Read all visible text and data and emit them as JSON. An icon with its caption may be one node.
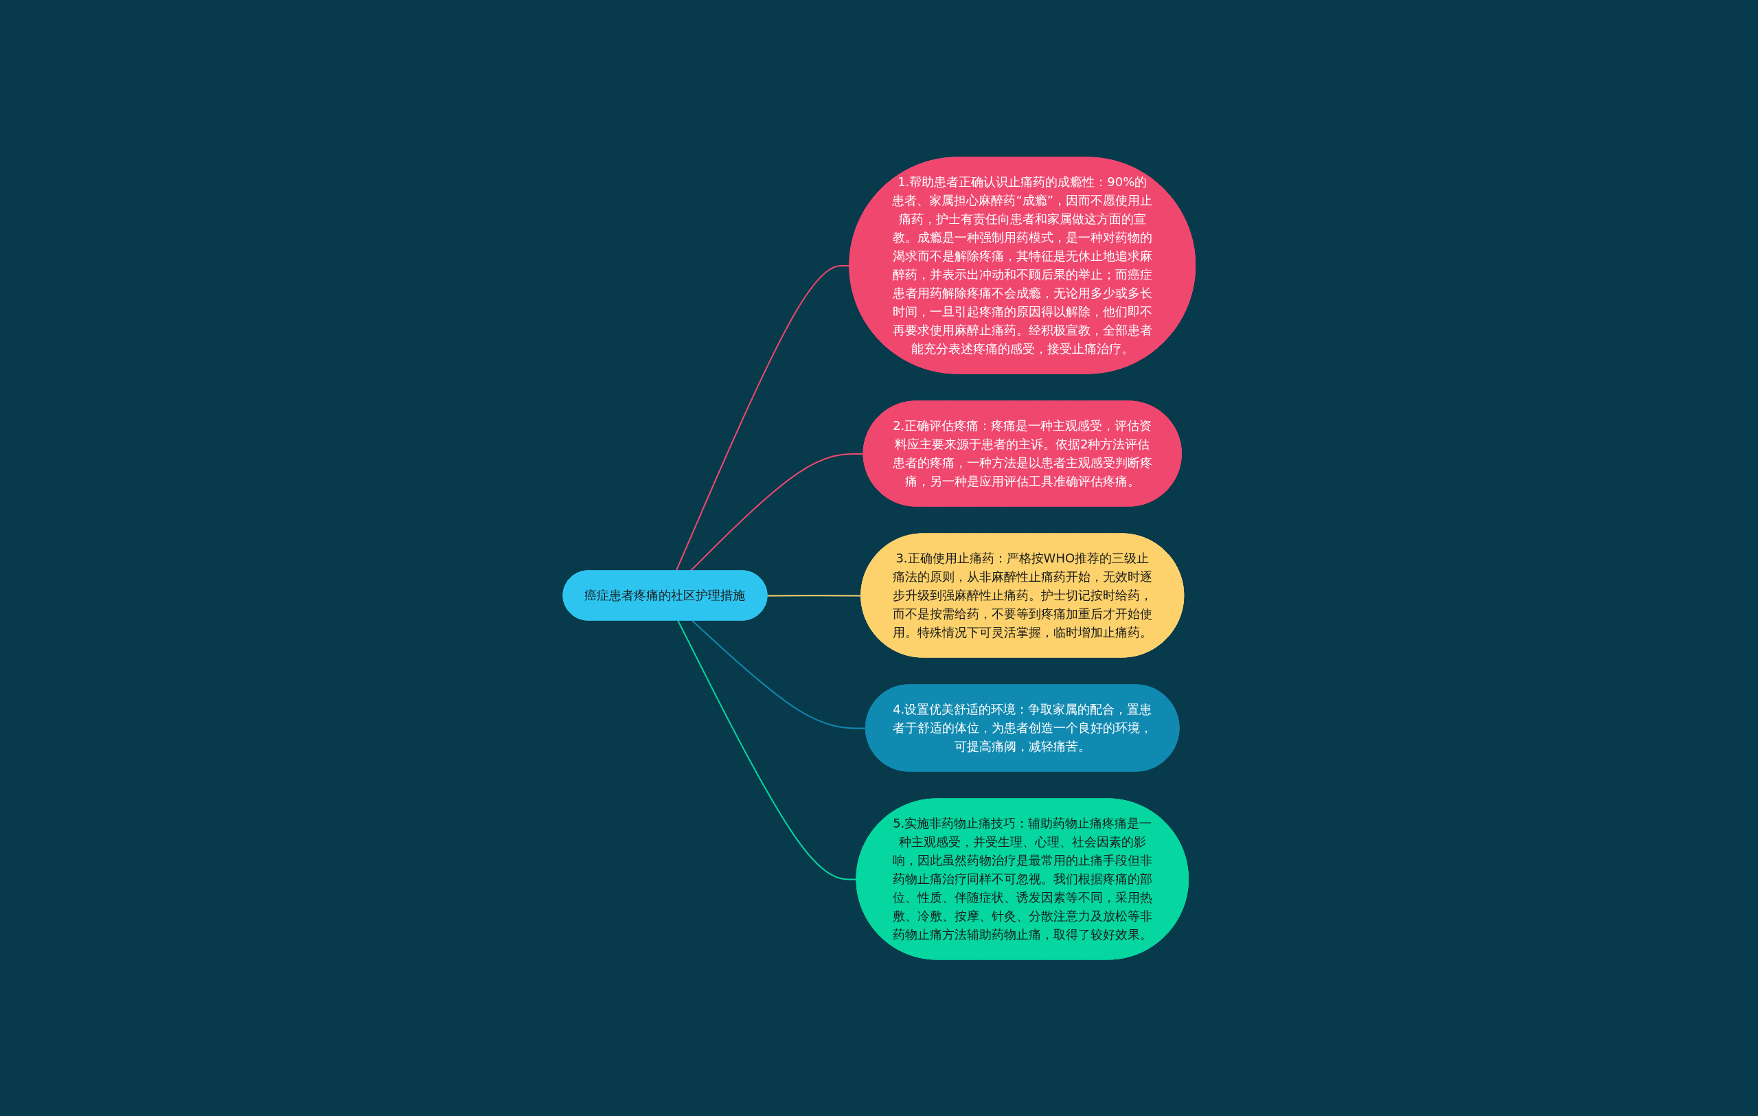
{
  "diagram": {
    "nodes": [
      {
        "text": [
          "癌症患者疼痛的社区护理措施"
        ]
      },
      {
        "text": [
          "1.帮助患者正确认识止痛药的成瘾性：90%的患者、家属担心麻醉药“成瘾”，因而不愿使用止痛药，护士有责任向患者和家属做这方面的宣教。成瘾是一种强制用药模式，是一种对药物的渴求而不是解除疼痛，其特征是无休止地追求麻醉药，并表示出冲动和不顾后果的举止；而癌症患者用药解除疼痛不会成瘾，无论用多少或多长时间，一旦引起疼痛的原因得以解除，他们即不再要求使用麻醉止痛药。经积极宣教，全部患者能充分表述疼痛的感受，接受止痛治疗。"
        ]
      },
      {
        "text": [
          "2.正确评估疼痛：疼痛是一种主观感受，评估资料应主要来源于患者的主诉。依据2种方法评估患者的疼痛，一种方法是以患者主观感受判断疼痛，另一种是应用评估工具准确评估疼痛。"
        ]
      },
      {
        "text": [
          "3.正确使用止痛药：严格按WHO推荐的三级止痛法的原则，从非麻醉性止痛药开始，无效时逐步升级到强麻醉性止痛药。护士切记按时给药，而不是按需给药，不要等到疼痛加重后才开始使用。特殊情况下可灵活掌握，临时增加止痛药。"
        ]
      },
      {
        "text": [
          "4.设置优美舒适的环境：争取家属的配合，置患者于舒适的体位，为患者创造一个良好的环境，可提高痛阈，减轻痛苦。"
        ]
      },
      {
        "text": [
          "5.实施非药物止痛技巧：辅助药物止痛疼痛是一种主观感受，并受生理、心理、社会因素的影响，因此虽然药物治疗是最常用的止痛手段但非药物止痛治疗同样不可忽视。我们根据疼痛的部位、性质、伴随症状、诱发因素等不同，采用热敷、冷敷、按摩、针灸、分散注意力及放松等非药物止痛方法辅助药物止痛，取得了较好效果。"
        ]
      }
    ],
    "edges": [
      {
        "from": 0,
        "to": 1,
        "arrow": "none",
        "color": "#f0476f"
      },
      {
        "from": 0,
        "to": 2,
        "arrow": "none",
        "color": "#f0476f"
      },
      {
        "from": 0,
        "to": 3,
        "arrow": "none",
        "color": "#fdd26c"
      },
      {
        "from": 0,
        "to": 4,
        "arrow": "none",
        "color": "#118ab2"
      },
      {
        "from": 0,
        "to": 5,
        "arrow": "none",
        "color": "#06d6a0"
      }
    ]
  }
}
